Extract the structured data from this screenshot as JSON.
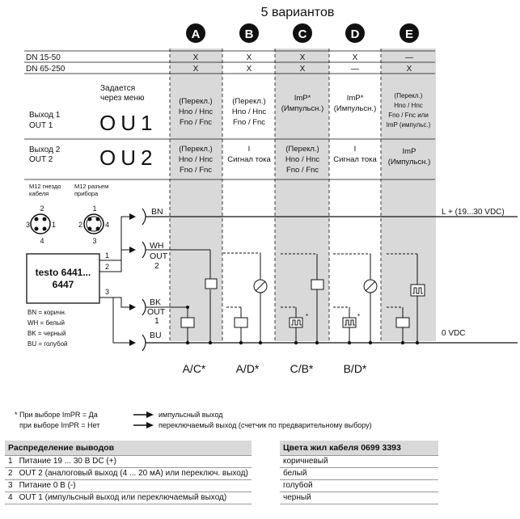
{
  "title": "5 вариантов",
  "variant_letters": [
    "A",
    "B",
    "C",
    "D",
    "E"
  ],
  "dn_rows": [
    {
      "label": "DN 15-50",
      "marks": [
        "X",
        "X",
        "X",
        "X",
        "—"
      ]
    },
    {
      "label": "DN 65-250",
      "marks": [
        "X",
        "X",
        "X",
        "—",
        "X"
      ]
    }
  ],
  "menu_note": [
    "Задается",
    "через меню"
  ],
  "out1": {
    "label": [
      "Выход 1",
      "OUT 1"
    ],
    "code": "OU1",
    "cells": [
      [
        "(Перекл.)",
        "Hno / Hnc",
        "Fno / Fnc"
      ],
      [
        "(Перекл.)",
        "Hno / Hnc",
        "Fno / Fnc"
      ],
      [
        "ImP*",
        "(Импульсн.)"
      ],
      [
        "ImP*",
        "(Импульсн.)"
      ],
      [
        "(Перекл.)",
        "Hno / Hnc",
        "Fno / Fnc или",
        "ImP (импульс.)"
      ]
    ]
  },
  "out2": {
    "label": [
      "Выход 2",
      "OUT 2"
    ],
    "code": "OU2",
    "cells": [
      [
        "(Перекл.)",
        "Hno / Hnc",
        "Fno / Fnc"
      ],
      [
        "I",
        "Сигнал тока"
      ],
      [
        "(Перекл.)",
        "Hno / Hnc",
        "Fno / Fnc"
      ],
      [
        "I",
        "Сигнал тока"
      ],
      [
        "ImP",
        "(Импульсн.)"
      ]
    ]
  },
  "connectors": {
    "socket": [
      "M12 гнездо",
      "кабеля"
    ],
    "plug": [
      "M12 разъем",
      "прибора"
    ],
    "pins_left": [
      "1",
      "2",
      "3",
      "4"
    ],
    "pins_right": [
      "1",
      "2",
      "3",
      "4"
    ]
  },
  "device": {
    "name": [
      "testo 6441...",
      "6447"
    ],
    "pins": [
      "1",
      "2",
      "3"
    ]
  },
  "wires": {
    "bn": "BN",
    "wh": "WH",
    "out2": [
      "OUT",
      "2"
    ],
    "bk": "BK",
    "out1": [
      "OUT",
      "1"
    ],
    "bu": "BU"
  },
  "rails": {
    "plus": "L + (19...30 VDC)",
    "zero": "0 VDC"
  },
  "legend_colors": [
    "BN = коричн.",
    "WH = белый",
    "BK = черный",
    "BU = голубой"
  ],
  "combos": [
    "A/C*",
    "A/D*",
    "C/B*",
    "B/D*"
  ],
  "footnote": {
    "line1": "* При выборе ImPR = Да",
    "line2": "при выборе ImPR = Нет"
  },
  "arrow_legend": [
    "импульсный выход",
    "переключаемый выход (счетчик по предварительному выбору)"
  ],
  "pin_table": {
    "title": "Распределение выводов",
    "rows": [
      {
        "n": "1",
        "text": "Питание 19 ... 30 В DC (+)"
      },
      {
        "n": "2",
        "text": "OUT 2 (аналоговый выход (4 ... 20 мА) или переключ. выход)"
      },
      {
        "n": "3",
        "text": "Питание 0 В (-)"
      },
      {
        "n": "4",
        "text": "OUT 1 (импульсный выход или переключаемый выход)"
      }
    ]
  },
  "color_table": {
    "title": "Цвета жил кабеля 0699 3393",
    "rows": [
      "коричневый",
      "белый",
      "голубой",
      "черный"
    ]
  },
  "colors": {
    "shade": "#d9d9d9",
    "line": "#111111"
  }
}
